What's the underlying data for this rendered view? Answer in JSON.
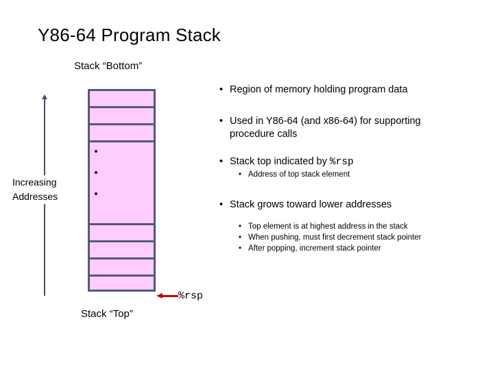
{
  "slide": {
    "title": "Y86-64 Program Stack"
  },
  "diagram": {
    "bottom_label": "Stack “Bottom”",
    "top_label": "Stack “Top”",
    "increasing_label_line1": "Increasing",
    "increasing_label_line2": "Addresses",
    "stack_pointer_label": "%rsp",
    "cell_fill_color": "#ffccff",
    "cell_border_color": "#515b76",
    "pointer_arrow_color": "#c00000",
    "axis_arrow_color": "#47505f",
    "cells": [
      {
        "type": "small"
      },
      {
        "type": "small"
      },
      {
        "type": "small"
      },
      {
        "type": "big",
        "ellipsis": true
      },
      {
        "type": "small"
      },
      {
        "type": "small"
      },
      {
        "type": "small"
      },
      {
        "type": "small",
        "pointer": true
      }
    ]
  },
  "bullets": {
    "b1": "Region of memory holding program data",
    "b2_line1": "Used in Y86-64 (and x86-64) for supporting",
    "b2_line2": "procedure calls",
    "b3_prefix": "Stack top indicated by ",
    "b3_mono": "%rsp",
    "b3_sub1": "Address of top stack element",
    "b4": "Stack grows toward lower addresses",
    "b4_sub1": "Top element is at highest address in the stack",
    "b4_sub2": "When pushing, must first decrement stack pointer",
    "b4_sub3": "After popping, increment stack pointer",
    "marker": "•"
  }
}
